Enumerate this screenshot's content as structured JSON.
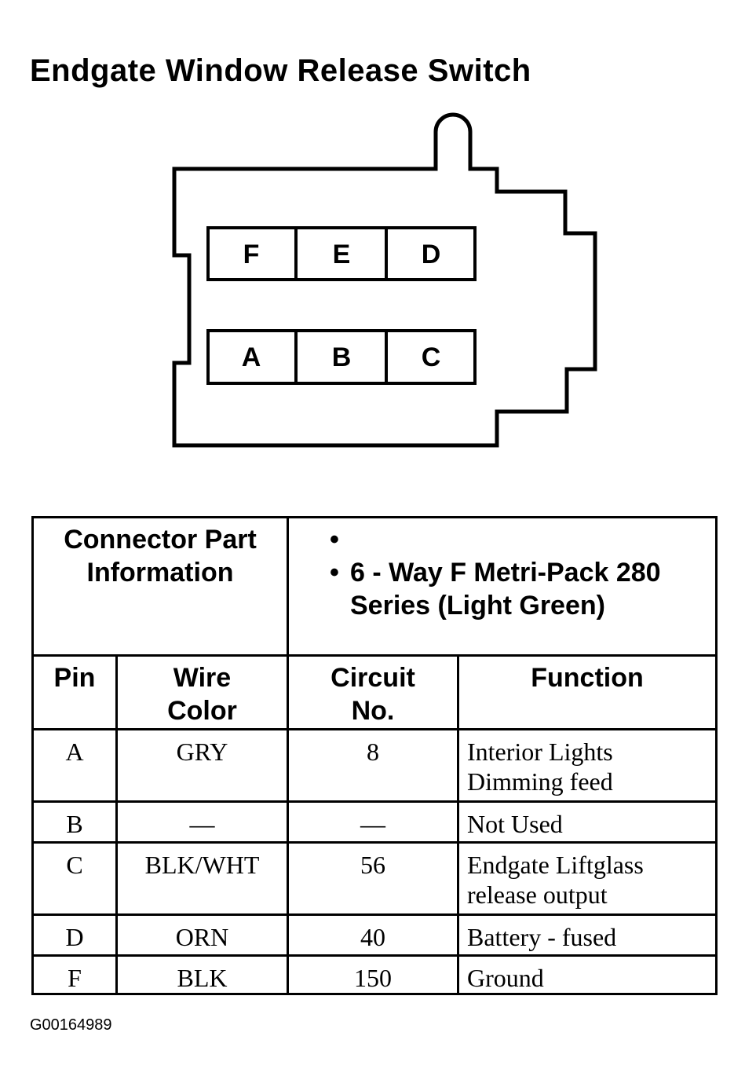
{
  "title": "Endgate Window Release Switch",
  "connector": {
    "top_row": [
      "F",
      "E",
      "D"
    ],
    "bottom_row": [
      "A",
      "B",
      "C"
    ]
  },
  "part_info": {
    "label": "Connector Part Information",
    "lines": [
      "",
      "6 - Way F Metri-Pack 280 Series (Light Green)"
    ]
  },
  "table": {
    "headers": [
      "Pin",
      "Wire Color",
      "Circuit No.",
      "Function"
    ],
    "rows": [
      {
        "pin": "A",
        "wire_color": "GRY",
        "circuit": "8",
        "function": "Interior Lights Dimming feed"
      },
      {
        "pin": "B",
        "wire_color": "—",
        "circuit": "—",
        "function": "Not Used"
      },
      {
        "pin": "C",
        "wire_color": "BLK/WHT",
        "circuit": "56",
        "function": "Endgate Liftglass release output"
      },
      {
        "pin": "D",
        "wire_color": "ORN",
        "circuit": "40",
        "function": "Battery - fused"
      },
      {
        "pin": "F",
        "wire_color": "BLK",
        "circuit": "150",
        "function": "Ground"
      }
    ]
  },
  "figure_id": "G00164989"
}
